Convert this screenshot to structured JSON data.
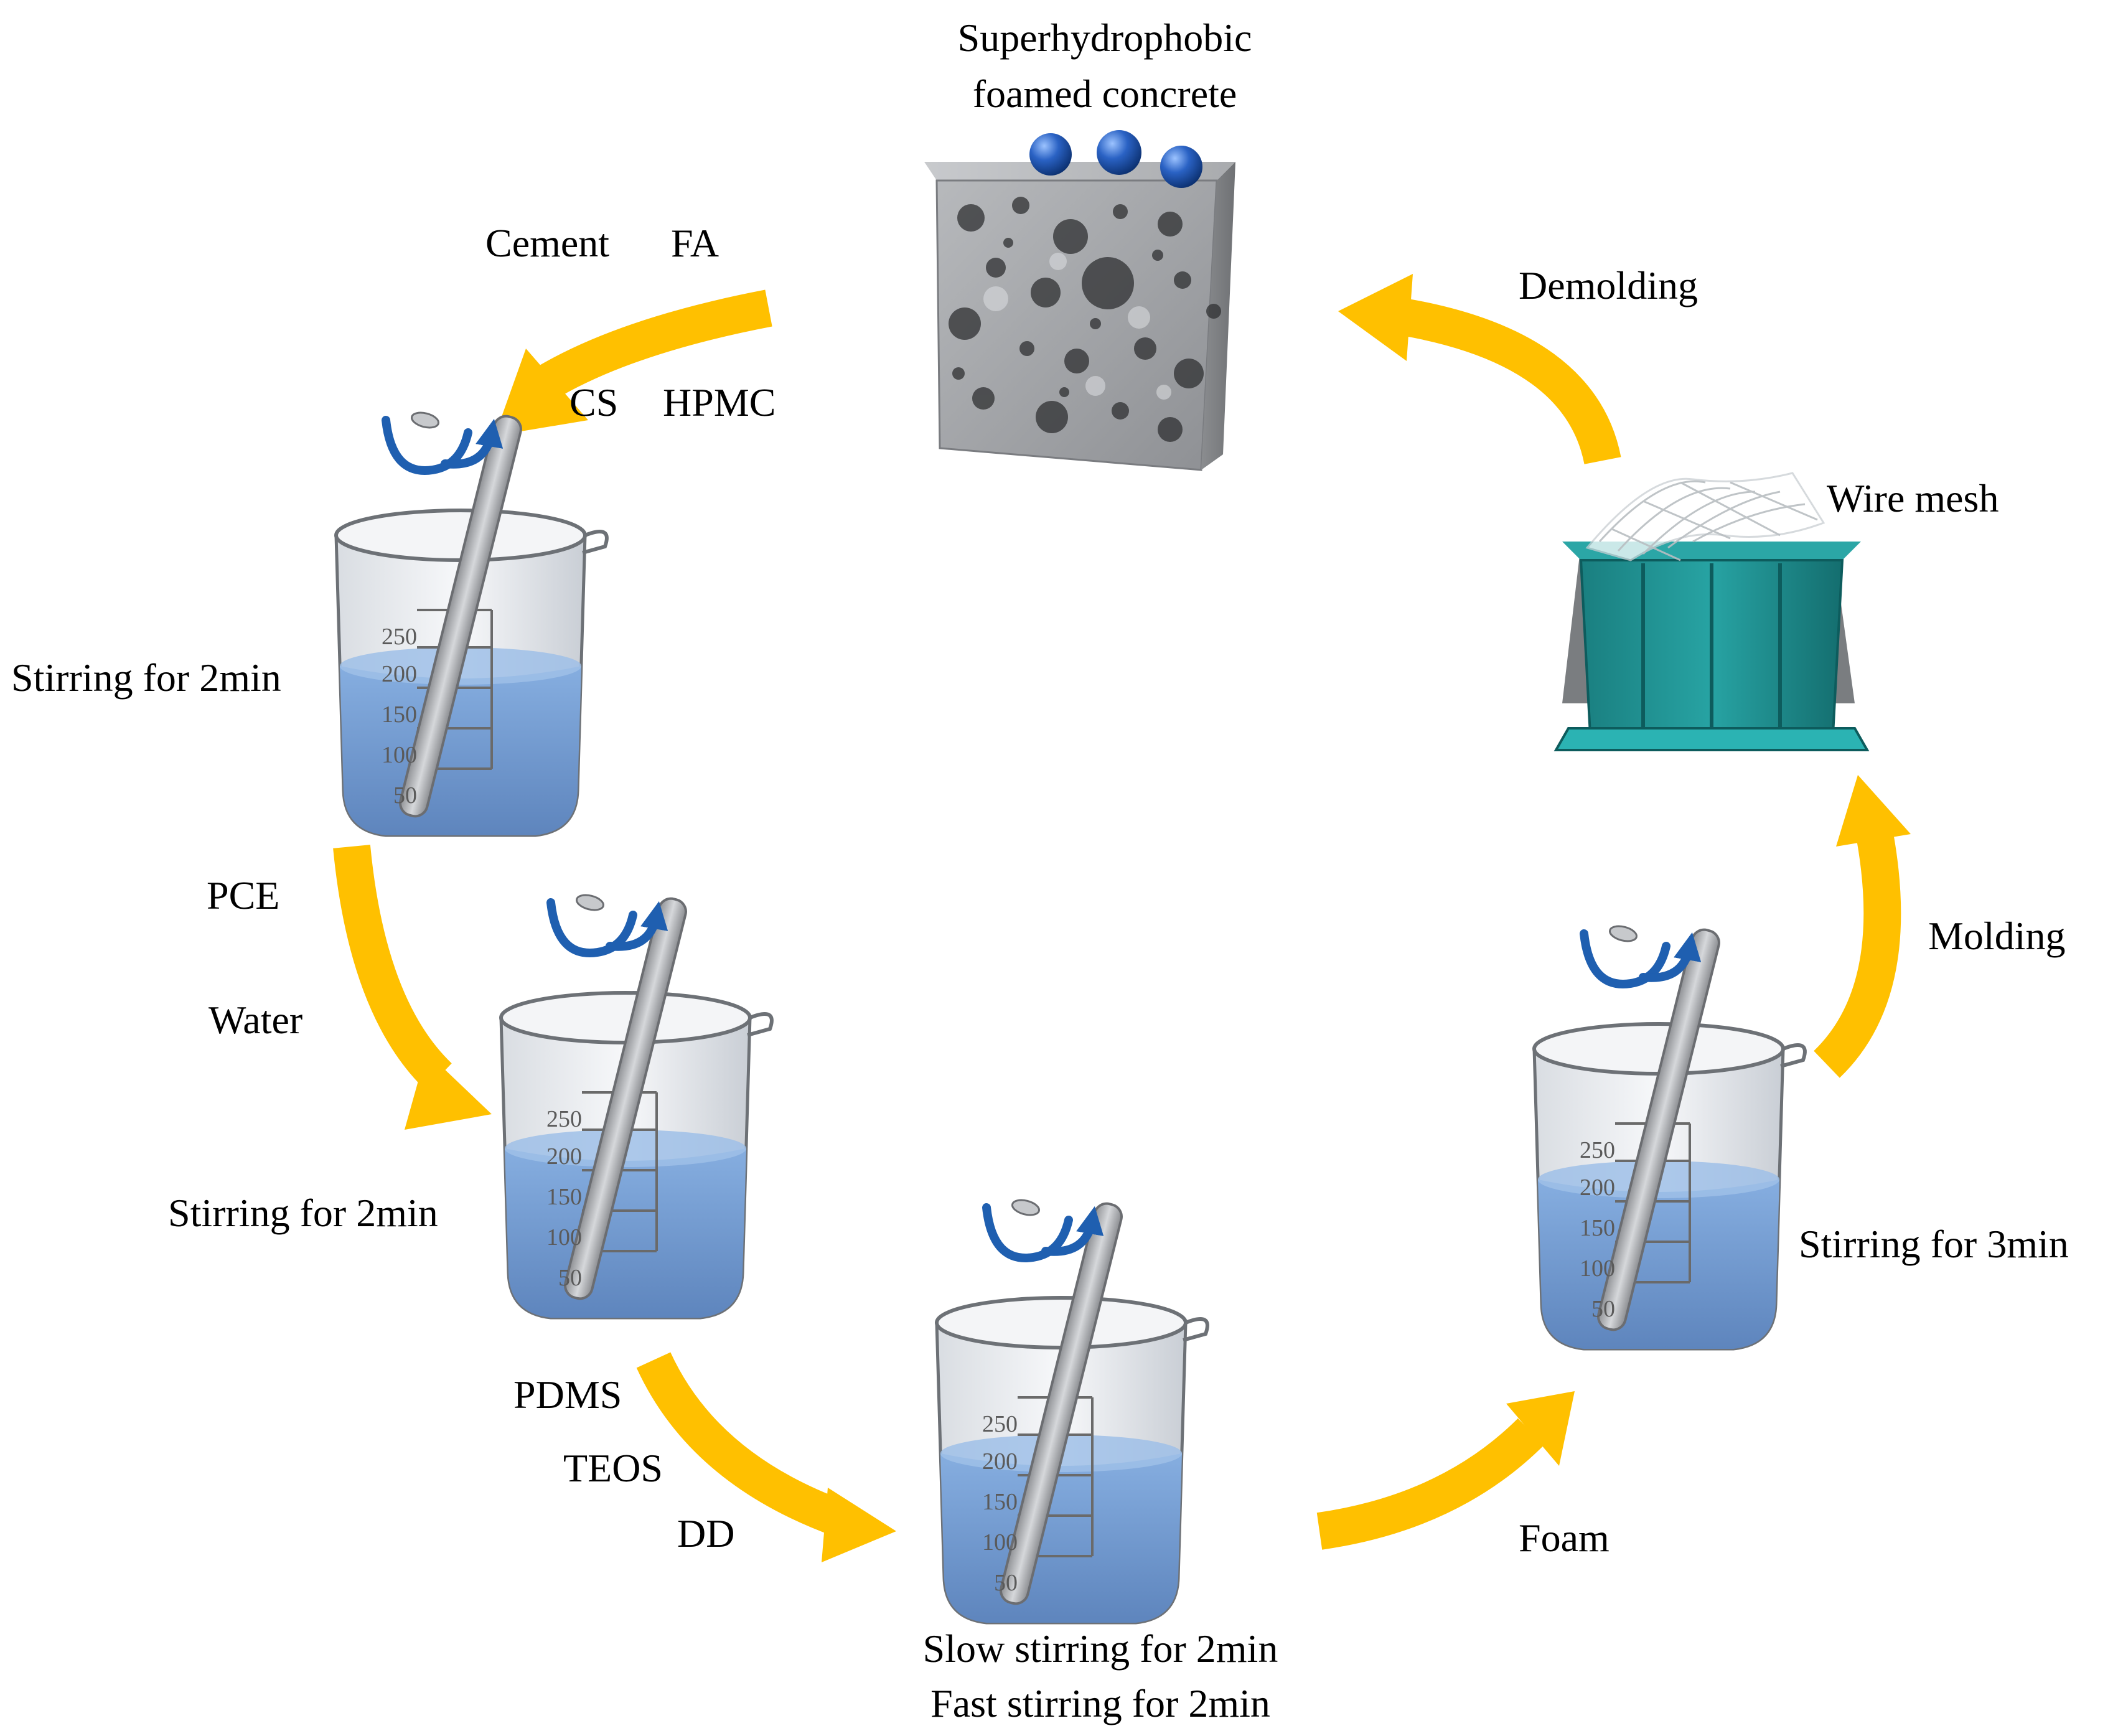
{
  "product": {
    "line1": "Superhydrophobic",
    "line2": "foamed concrete"
  },
  "inputs": {
    "cement": "Cement",
    "fa": "FA",
    "cs": "CS",
    "hpmc": "HPMC",
    "pce": "PCE",
    "water": "Water",
    "pdms": "PDMS",
    "teos": "TEOS",
    "dd": "DD",
    "foam": "Foam"
  },
  "steps": {
    "beaker1": "Stirring for 2min",
    "beaker2": "Stirring for 2min",
    "beaker3_line1": "Slow stirring for 2min",
    "beaker3_line2": "Fast stirring for 2min",
    "beaker4": "Stirring for 3min",
    "molding": "Molding",
    "wire_mesh": "Wire mesh",
    "demolding": "Demolding"
  },
  "beaker_scale": [
    "250",
    "200",
    "150",
    "100",
    "50"
  ],
  "colors": {
    "arrow": "#ffc000",
    "liquid": "#7da5d6",
    "stir_arrow": "#1f5fb0",
    "mold": "#1f8a8a",
    "sphere": "#2a62c4"
  }
}
